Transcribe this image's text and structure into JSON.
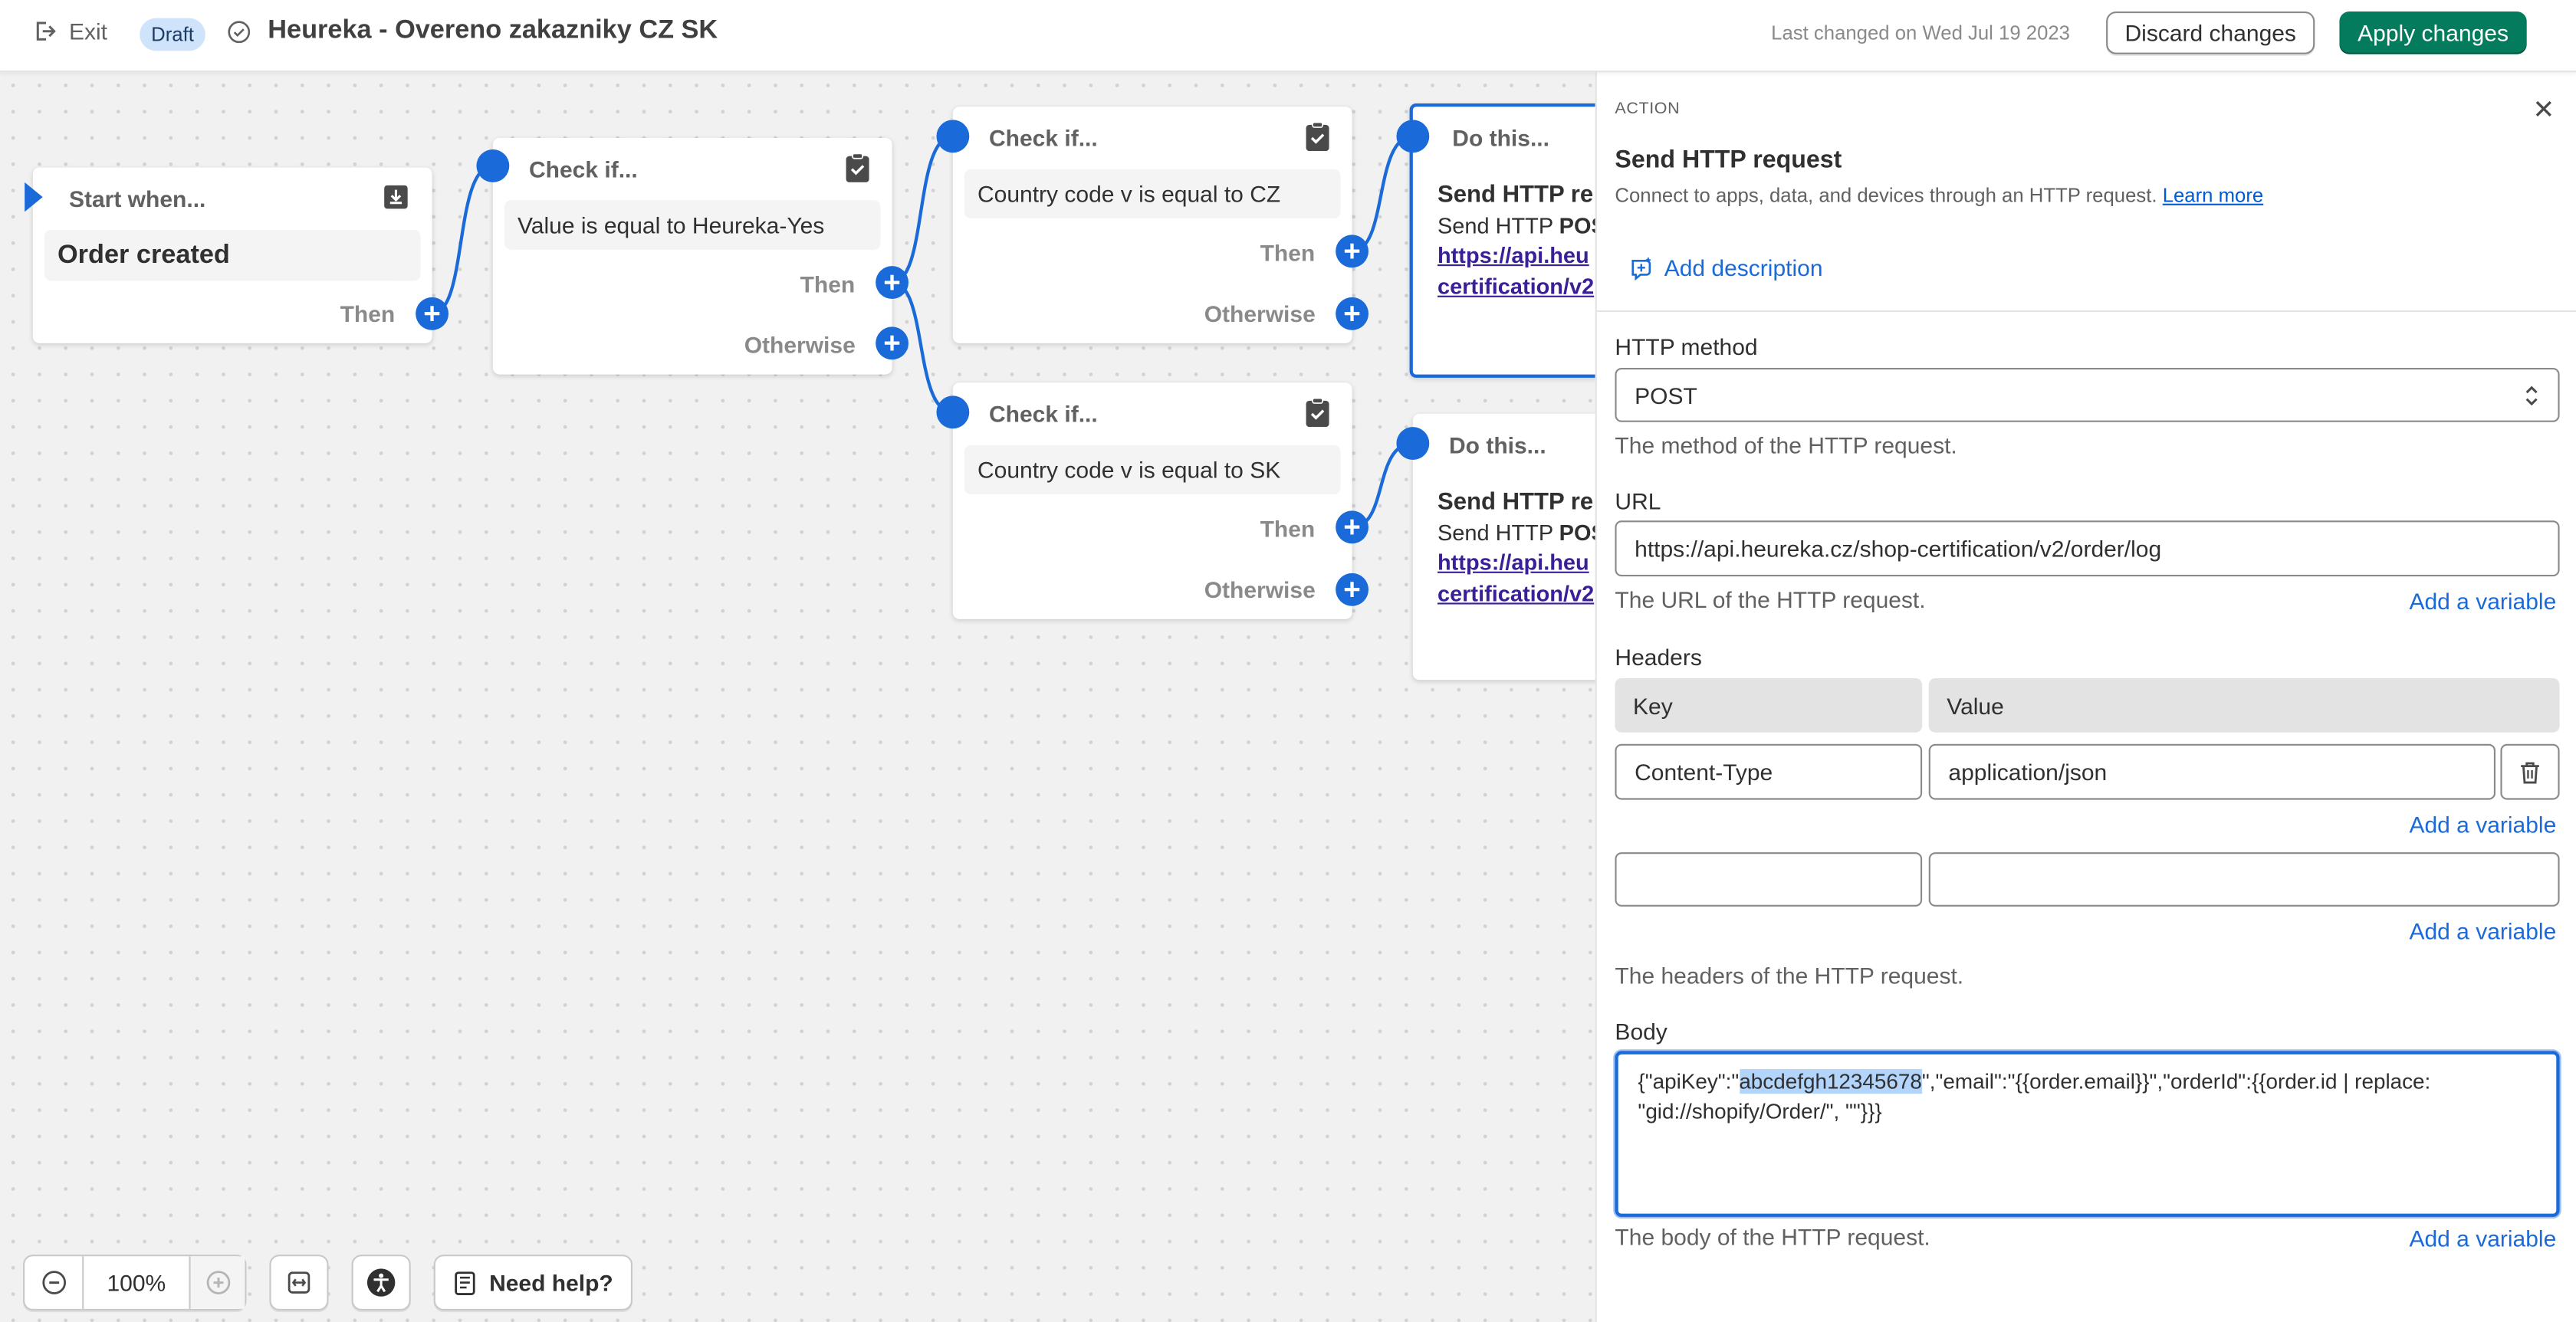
{
  "topbar": {
    "exit_label": "Exit",
    "badge": "Draft",
    "title": "Heureka - Overeno zakazniky CZ SK",
    "last_changed": "Last changed on Wed Jul 19 2023",
    "discard_label": "Discard changes",
    "apply_label": "Apply changes"
  },
  "nodes": {
    "start": {
      "head": "Start when...",
      "value": "Order created",
      "then": "Then"
    },
    "check1": {
      "head": "Check if...",
      "condition": "Value is equal to Heureka-Yes",
      "then": "Then",
      "otherwise": "Otherwise"
    },
    "check2": {
      "head": "Check if...",
      "condition": "Country code v is equal to CZ",
      "then": "Then",
      "otherwise": "Otherwise"
    },
    "check3": {
      "head": "Check if...",
      "condition": "Country code v is equal to SK",
      "then": "Then",
      "otherwise": "Otherwise"
    },
    "do1": {
      "head": "Do this...",
      "title": "Send HTTP re",
      "line_prefix": "Send HTTP ",
      "line_bold": "POS",
      "link1": "https://api.heu",
      "link2": "certification/v2"
    },
    "do2": {
      "head": "Do this...",
      "title": "Send HTTP re",
      "line_prefix": "Send HTTP ",
      "line_bold": "POS",
      "link1": "https://api.heu",
      "link2": "certification/v2"
    }
  },
  "toolbar": {
    "zoom": "100%",
    "help_label": "Need help?"
  },
  "panel": {
    "section": "ACTION",
    "title": "Send HTTP request",
    "subtitle": "Connect to apps, data, and devices through an HTTP request.",
    "learn_more": "Learn more",
    "add_description": "Add description",
    "method_label": "HTTP method",
    "method_value": "POST",
    "method_help": "The method of the HTTP request.",
    "url_label": "URL",
    "url_value": "https://api.heureka.cz/shop-certification/v2/order/log",
    "url_help": "The URL of the HTTP request.",
    "add_variable": "Add a variable",
    "headers_label": "Headers",
    "headers_key_col": "Key",
    "headers_value_col": "Value",
    "headers_rows": [
      {
        "key": "Content-Type",
        "value": "application/json"
      },
      {
        "key": "",
        "value": ""
      }
    ],
    "headers_help": "The headers of the HTTP request.",
    "body_label": "Body",
    "body_pre": "{\"apiKey\":\"",
    "body_selected": "abcdefgh12345678",
    "body_post": "\",\"email\":\"{{order.email}}\",\"orderId\":{{order.id | replace:",
    "body_line2": "\"gid://shopify/Order/\", \"\"}}}",
    "body_help": "The body of the HTTP request."
  },
  "colors": {
    "accent": "#1a6ad9",
    "apply": "#047b5d",
    "badge": "#cfe3fb"
  }
}
